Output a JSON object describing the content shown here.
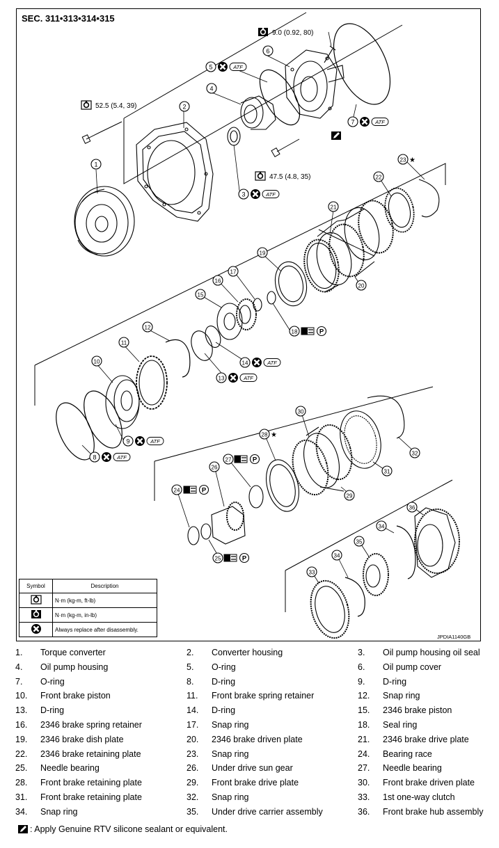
{
  "section_title": "SEC. 311•313•314•315",
  "image_code": "JPDIA1140GB",
  "torque_specs": [
    {
      "id": "t1",
      "text": "9.0 (0.92, 80)"
    },
    {
      "id": "t2",
      "text": "52.5 (5.4, 39)"
    },
    {
      "id": "t3",
      "text": "47.5 (4.8, 35)"
    }
  ],
  "atf_label": "ATF",
  "p_label": "P",
  "callouts": [
    "1",
    "2",
    "3",
    "4",
    "5",
    "6",
    "7",
    "8",
    "9",
    "10",
    "11",
    "12",
    "13",
    "14",
    "15",
    "16",
    "17",
    "18",
    "19",
    "20",
    "21",
    "22",
    "23",
    "24",
    "25",
    "26",
    "27",
    "28",
    "29",
    "30",
    "31",
    "32",
    "33",
    "34",
    "35",
    "36"
  ],
  "star": "★",
  "legend": {
    "header_symbol": "Symbol",
    "header_description": "Description",
    "rows": [
      {
        "icon": "torque-wrench-icon",
        "description": "N·m (kg-m, ft-lb)"
      },
      {
        "icon": "torque-wrench-inlb-icon",
        "description": "N·m (kg-m, in-lb)"
      },
      {
        "icon": "replace-x-icon",
        "description": "Always replace after disassembly."
      }
    ]
  },
  "parts": [
    {
      "num": "1.",
      "name": "Torque converter"
    },
    {
      "num": "2.",
      "name": "Converter housing"
    },
    {
      "num": "3.",
      "name": "Oil pump housing oil seal"
    },
    {
      "num": "4.",
      "name": "Oil pump housing"
    },
    {
      "num": "5.",
      "name": "O-ring"
    },
    {
      "num": "6.",
      "name": "Oil pump cover"
    },
    {
      "num": "7.",
      "name": "O-ring"
    },
    {
      "num": "8.",
      "name": "D-ring"
    },
    {
      "num": "9.",
      "name": "D-ring"
    },
    {
      "num": "10.",
      "name": "Front brake piston"
    },
    {
      "num": "11.",
      "name": "Front brake spring retainer"
    },
    {
      "num": "12.",
      "name": "Snap ring"
    },
    {
      "num": "13.",
      "name": "D-ring"
    },
    {
      "num": "14.",
      "name": "D-ring"
    },
    {
      "num": "15.",
      "name": "2346 brake piston"
    },
    {
      "num": "16.",
      "name": "2346 brake spring retainer"
    },
    {
      "num": "17.",
      "name": "Snap ring"
    },
    {
      "num": "18.",
      "name": "Seal ring"
    },
    {
      "num": "19.",
      "name": "2346 brake dish plate"
    },
    {
      "num": "20.",
      "name": "2346 brake driven plate"
    },
    {
      "num": "21.",
      "name": "2346 brake drive plate"
    },
    {
      "num": "22.",
      "name": "2346 brake retaining plate"
    },
    {
      "num": "23.",
      "name": "Snap ring"
    },
    {
      "num": "24.",
      "name": "Bearing race"
    },
    {
      "num": "25.",
      "name": "Needle bearing"
    },
    {
      "num": "26.",
      "name": "Under drive sun gear"
    },
    {
      "num": "27.",
      "name": "Needle bearing"
    },
    {
      "num": "28.",
      "name": "Front brake retaining plate"
    },
    {
      "num": "29.",
      "name": "Front brake drive plate"
    },
    {
      "num": "30.",
      "name": "Front brake driven plate"
    },
    {
      "num": "31.",
      "name": "Front brake retaining plate"
    },
    {
      "num": "32.",
      "name": "Snap ring"
    },
    {
      "num": "33.",
      "name": "1st one-way clutch"
    },
    {
      "num": "34.",
      "name": "Snap ring"
    },
    {
      "num": "35.",
      "name": "Under drive carrier assembly"
    },
    {
      "num": "36.",
      "name": "Front brake hub assembly"
    }
  ],
  "note": ": Apply Genuine RTV silicone sealant or equivalent."
}
